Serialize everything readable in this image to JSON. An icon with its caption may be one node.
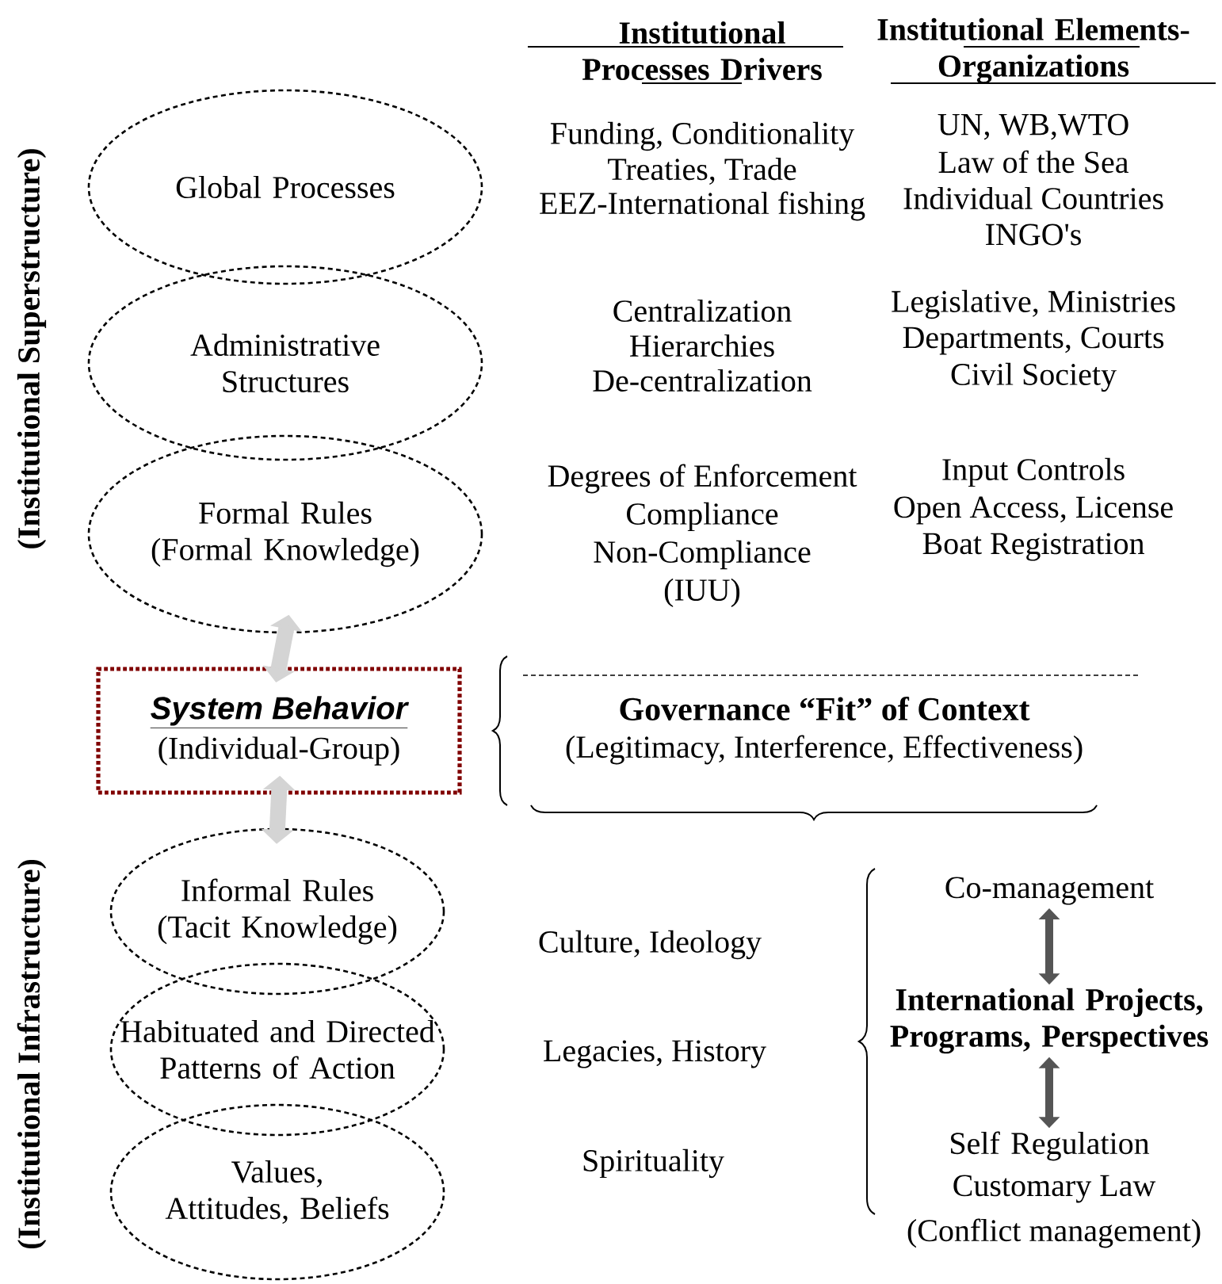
{
  "diagram": {
    "nodes": [
      {
        "text": [
          "Global Processes"
        ]
      },
      {
        "text": [
          "Administrative Structures"
        ]
      },
      {
        "text": [
          "Formal Rules (Formal Knowledge)"
        ]
      },
      {
        "text": [
          "System Behavior",
          "(Individual-Group)"
        ]
      },
      {
        "text": [
          "Informal Rules (Tacit Knowledge)"
        ]
      },
      {
        "text": [
          "Habituated and Directed Patterns of Action"
        ]
      },
      {
        "text": [
          "Values, Attitudes, Beliefs"
        ]
      },
      {
        "text": [
          "Co-management"
        ]
      },
      {
        "text": [
          "International Projects, Programs, Perspectives"
        ]
      },
      {
        "text": [
          "Self Regulation"
        ]
      }
    ],
    "edges": [
      {
        "from": 2,
        "to": 3,
        "arrow": "both",
        "style": "thick",
        "color": "#d4d4d4"
      },
      {
        "from": 3,
        "to": 4,
        "arrow": "both",
        "style": "thick",
        "color": "#d4d4d4"
      },
      {
        "from": 7,
        "to": 8,
        "arrow": "both",
        "color": "#555555"
      },
      {
        "from": 8,
        "to": 9,
        "arrow": "both",
        "color": "#555555"
      }
    ],
    "labels": [
      "Institutional Processes Drivers",
      "Institutional Elements-Organizations",
      "(Institutional Superstructure)",
      "Funding, Conditionality",
      "Treaties, Trade",
      "EEZ-International fishing",
      "UN, WB,WTO",
      "Law of the Sea",
      "Individual Countries",
      "INGO's",
      "Centralization",
      "Hierarchies",
      "De-centralization",
      "Legislative, Ministries",
      "Departments, Courts",
      "Civil Society",
      "Degrees of Enforcement",
      "Compliance",
      "Non-Compliance",
      "(IUU)",
      "Input Controls",
      "Open Access, License",
      "Boat Registration",
      "Governance “Fit” of Context",
      "(Legitimacy, Interference, Effectiveness)",
      "(Institutional Infrastructure)",
      "Culture, Ideology",
      "Legacies, History",
      "Spirituality",
      "Customary Law",
      "(Conflict management)"
    ]
  }
}
